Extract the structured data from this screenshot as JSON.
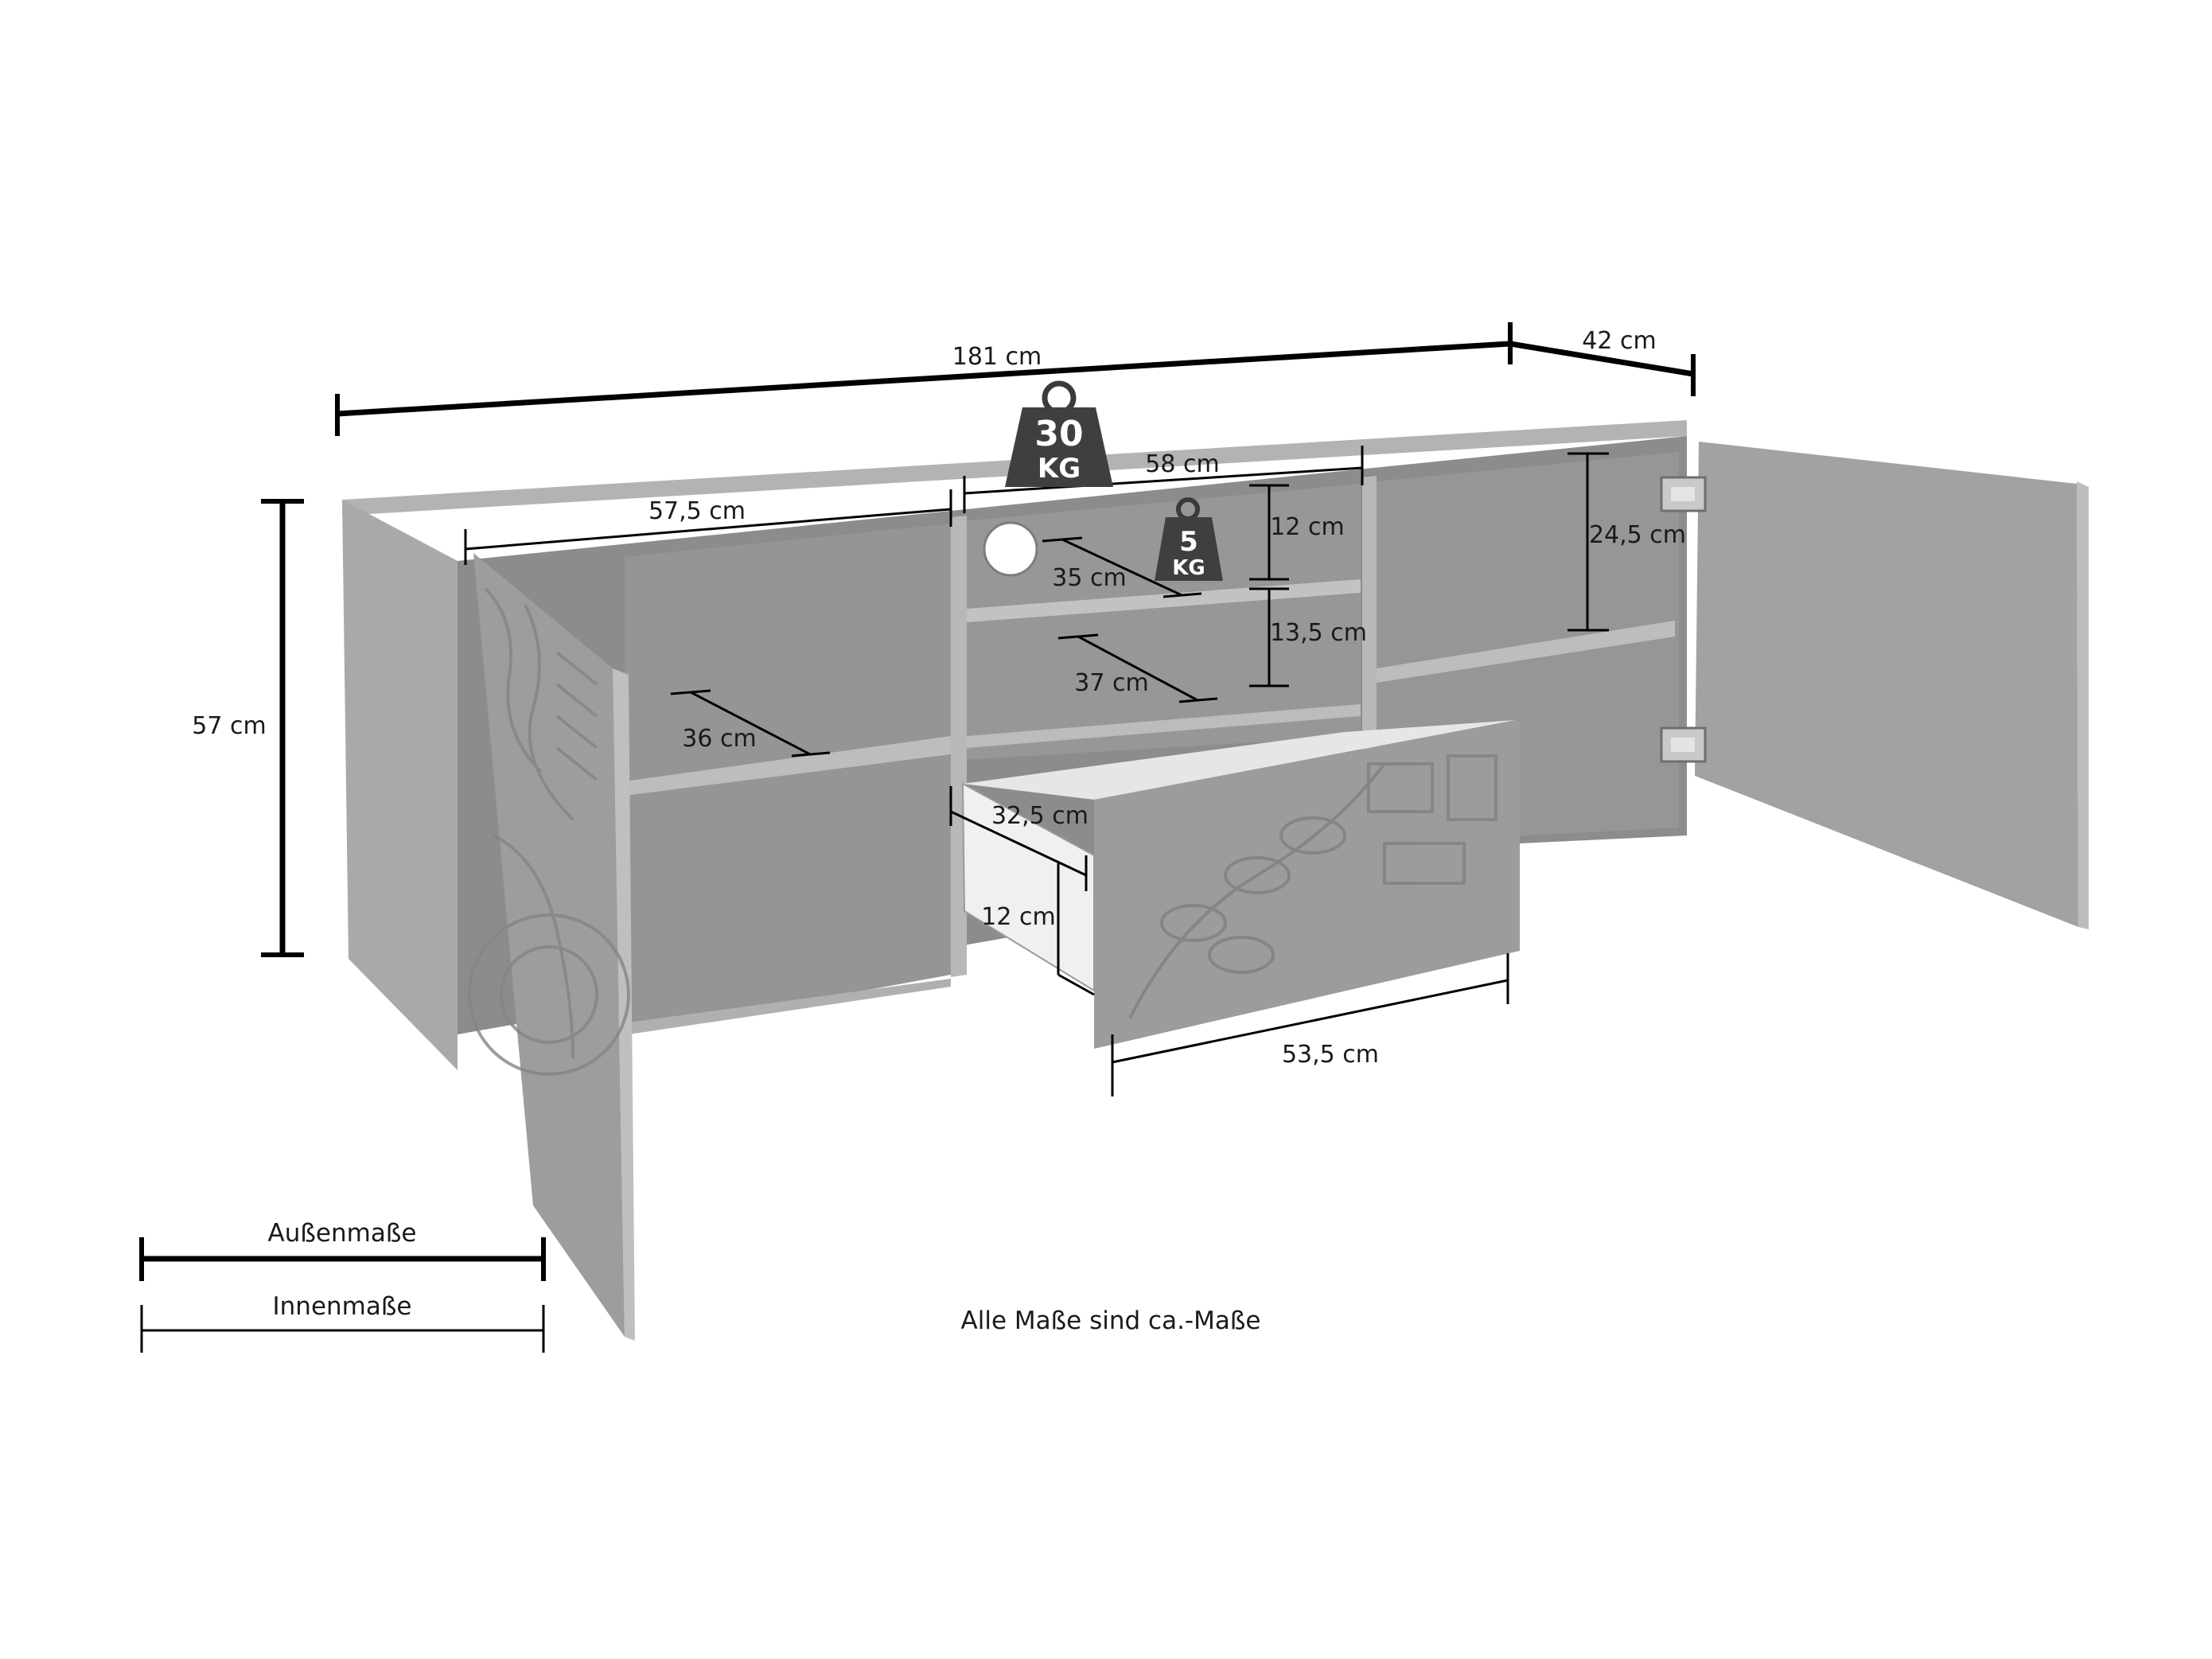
{
  "dimensions": {
    "total_width": "181 cm",
    "depth": "42 cm",
    "height": "57 cm",
    "left_compartment_width": "57,5 cm",
    "middle_compartment_width": "58 cm",
    "middle_upper_height": "12 cm",
    "middle_lower_height": "13,5 cm",
    "right_compartment_height": "24,5 cm",
    "middle_upper_depth": "35 cm",
    "middle_lower_depth": "37 cm",
    "left_shelf_depth": "36 cm",
    "drawer_depth": "32,5 cm",
    "drawer_height": "12 cm",
    "drawer_width": "53,5 cm"
  },
  "load_badges": {
    "top_load": {
      "value": "30",
      "unit": "KG"
    },
    "shelf_load": {
      "value": "5",
      "unit": "KG"
    }
  },
  "legend": {
    "outer_label": "Außenmaße",
    "inner_label": "Innenmaße"
  },
  "note": "Alle Maße sind ca.-Maße",
  "colors": {
    "cabinet_shade": "#9a9a9a",
    "cabinet_light": "#b2b2b2",
    "line": "#000000"
  }
}
